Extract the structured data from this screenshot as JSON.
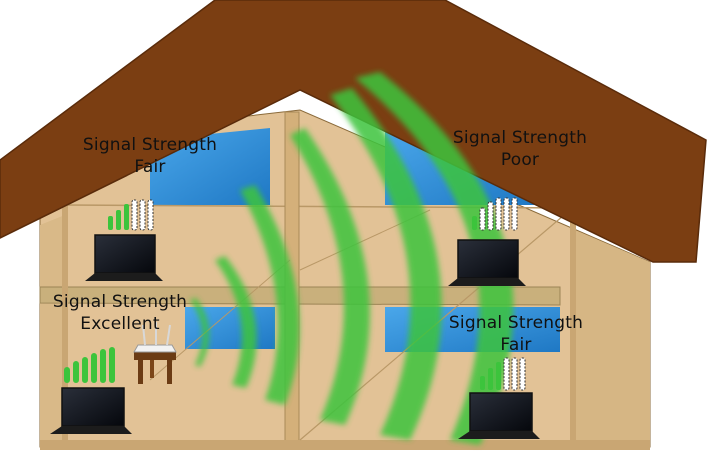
{
  "labels": [
    {
      "id": "upper-left",
      "line1": "Signal Strength",
      "line2": "Fair"
    },
    {
      "id": "upper-right",
      "line1": "Signal Strength",
      "line2": "Poor"
    },
    {
      "id": "lower-left",
      "line1": "Signal Strength",
      "line2": "Excellent"
    },
    {
      "id": "lower-right",
      "line1": "Signal Strength",
      "line2": "Fair"
    }
  ],
  "colors": {
    "roof": "#7b3e12",
    "wall": "#e2c296",
    "beam": "#c9b07c",
    "window": "#2f8fd6",
    "signal": "#3cc43c",
    "laptop": "#1c1c1c"
  },
  "icons": [
    "router-icon",
    "laptop-icon",
    "signal-bars-icon",
    "wifi-wave-icon"
  ]
}
